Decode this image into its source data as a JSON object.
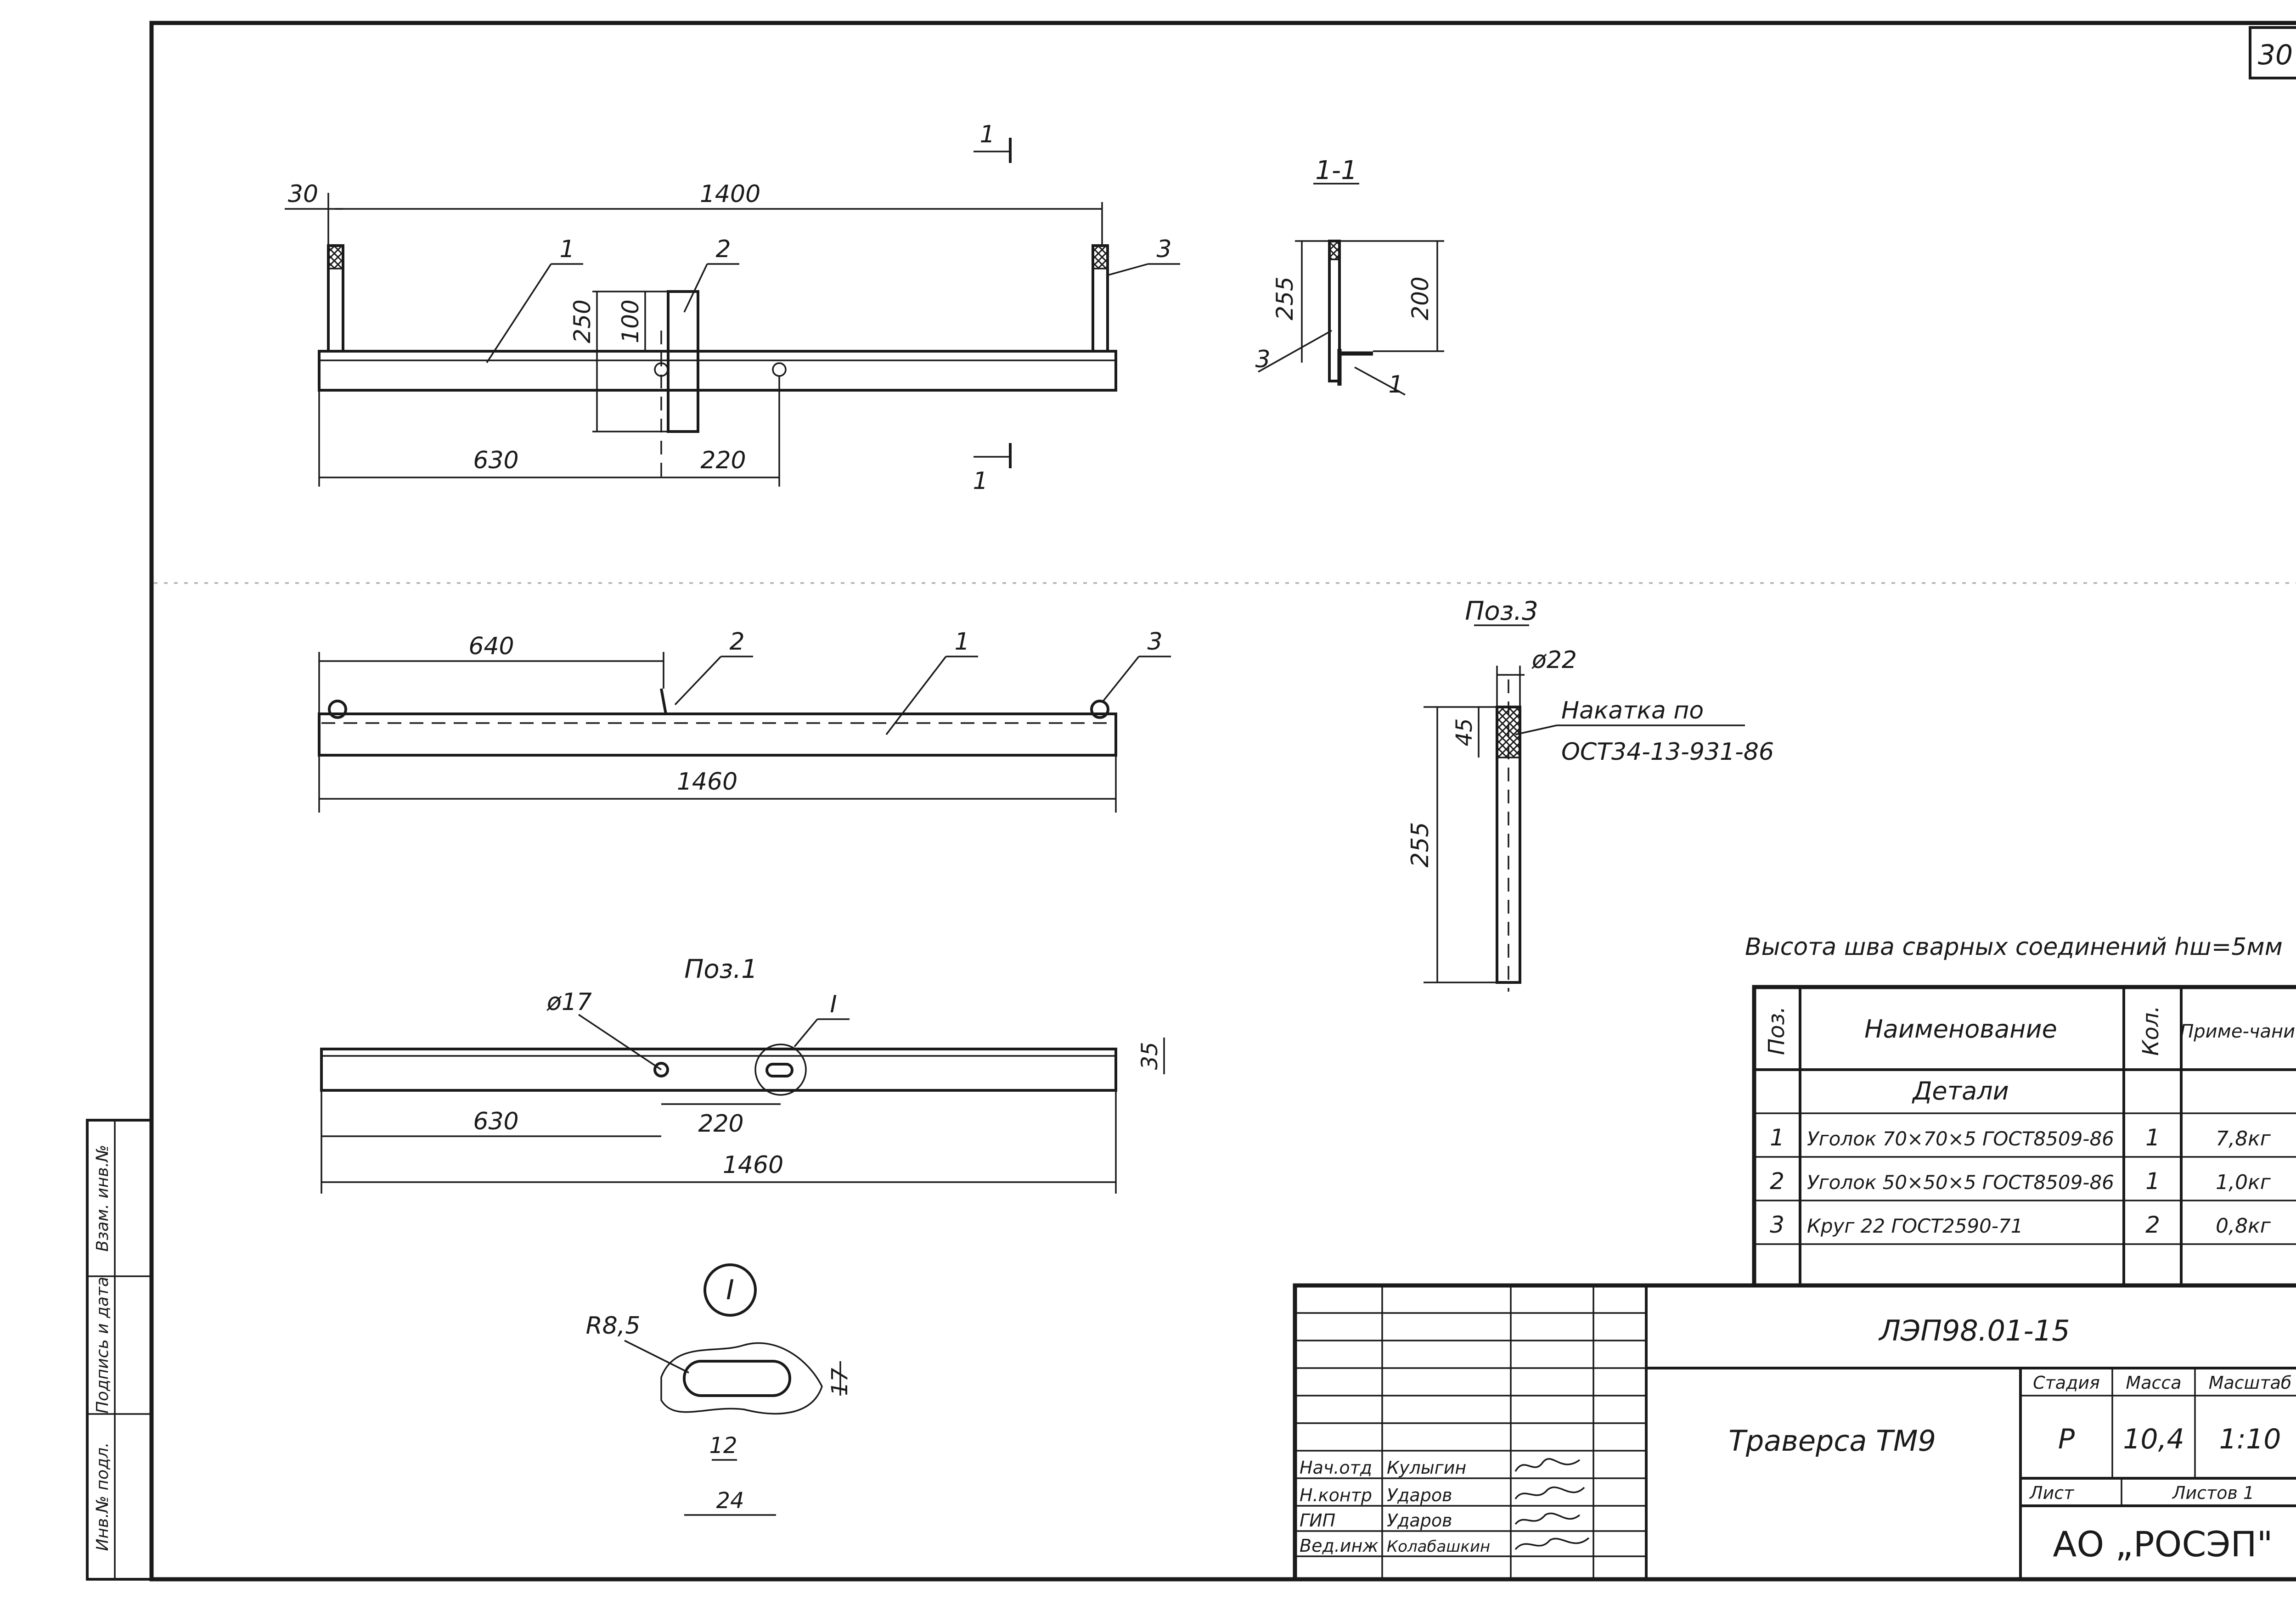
{
  "sheet_number": "30",
  "sections": {
    "cut_mark": "1",
    "section_title": "1-1",
    "pos3_title": "Поз.3",
    "pos1_title": "Поз.1",
    "detail_callout": "I"
  },
  "top_view": {
    "dim_30": "30",
    "dim_1400": "1400",
    "dim_630": "630",
    "dim_220": "220",
    "dim_250": "250",
    "dim_100": "100",
    "leader_1": "1",
    "leader_2": "2",
    "leader_3": "3"
  },
  "section_view": {
    "dim_255": "255",
    "dim_200": "200",
    "leader_3": "3",
    "leader_1": "1"
  },
  "front_view": {
    "dim_640": "640",
    "dim_1460": "1460",
    "leader_2": "2",
    "leader_1": "1",
    "leader_3": "3"
  },
  "pos3": {
    "dim_diameter": "ø22",
    "dim_45": "45",
    "dim_255": "255",
    "note_line1": "Накатка по",
    "note_line2": "ОСТ34-13-931-86"
  },
  "pos1": {
    "dim_hole": "ø17",
    "dim_35": "35",
    "dim_630": "630",
    "dim_220": "220",
    "dim_1460": "1460",
    "detail_mark": "I"
  },
  "detail_I": {
    "radius": "R8,5",
    "dim_17": "17",
    "dim_12": "12",
    "dim_24": "24"
  },
  "weld_note": "Высота шва сварных соединений  hш=5мм",
  "spec_table": {
    "headers": [
      "Поз.",
      "Наименование",
      "Кол.",
      "Приме-чание"
    ],
    "group_title": "Детали",
    "rows": [
      {
        "pos": "1",
        "name": "Уголок 70×70×5 ГОСТ8509-86",
        "qty": "1",
        "note": "7,8кг"
      },
      {
        "pos": "2",
        "name": "Уголок 50×50×5 ГОСТ8509-86",
        "qty": "1",
        "note": "1,0кг"
      },
      {
        "pos": "3",
        "name": "Круг 22 ГОСТ2590-71",
        "qty": "2",
        "note": "0,8кг"
      }
    ]
  },
  "title_block": {
    "doc_code": "ЛЭП98.01-15",
    "item_name": "Траверса ТМ9",
    "stage_label": "Стадия",
    "mass_label": "Масса",
    "scale_label": "Масштаб",
    "stage_value": "Р",
    "mass_value": "10,4",
    "scale_value": "1:10",
    "sheet_label": "Лист",
    "sheets_label": "Листов 1",
    "organization": "АО „РОСЭП\"",
    "signers": [
      {
        "role": "Нач.отд",
        "name": "Кулыгин"
      },
      {
        "role": "Н.контр",
        "name": "Ударов"
      },
      {
        "role": "ГИП",
        "name": "Ударов"
      },
      {
        "role": "Вед.инж",
        "name": "Колабашкин"
      }
    ]
  },
  "side_stamp": [
    "Инв.№ подл.",
    "Подпись и дата",
    "Взам. инв.№"
  ]
}
